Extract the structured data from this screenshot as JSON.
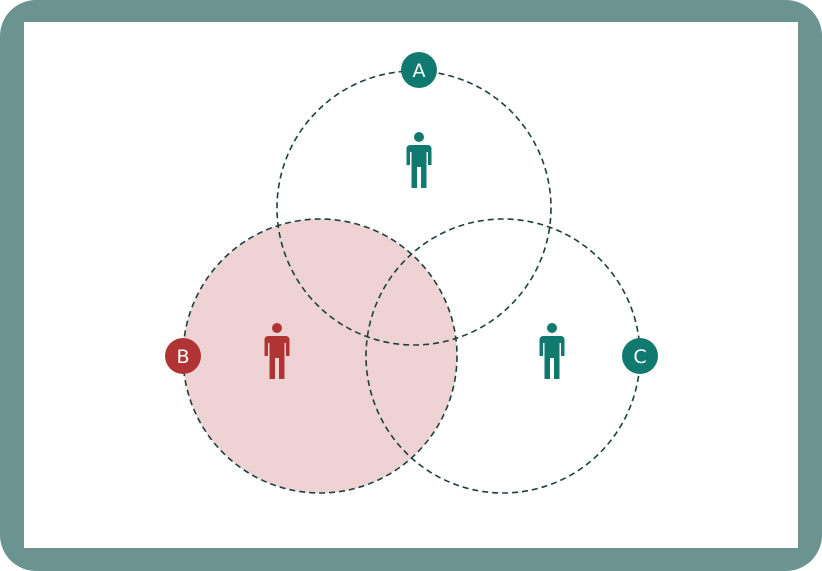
{
  "colors": {
    "frame": "#6b9490",
    "panel": "#ffffff",
    "teal": "#117a70",
    "red": "#b03433",
    "highlight_fill": "#efd3d4",
    "dashed_stroke": "#1d403c"
  },
  "diagram": {
    "highlighted": "B",
    "circles": [
      {
        "id": "A",
        "label": "A",
        "color": "teal",
        "person_icon": "person-icon",
        "highlighted": false
      },
      {
        "id": "B",
        "label": "B",
        "color": "red",
        "person_icon": "person-icon",
        "highlighted": true
      },
      {
        "id": "C",
        "label": "C",
        "color": "teal",
        "person_icon": "person-icon",
        "highlighted": false
      }
    ]
  }
}
